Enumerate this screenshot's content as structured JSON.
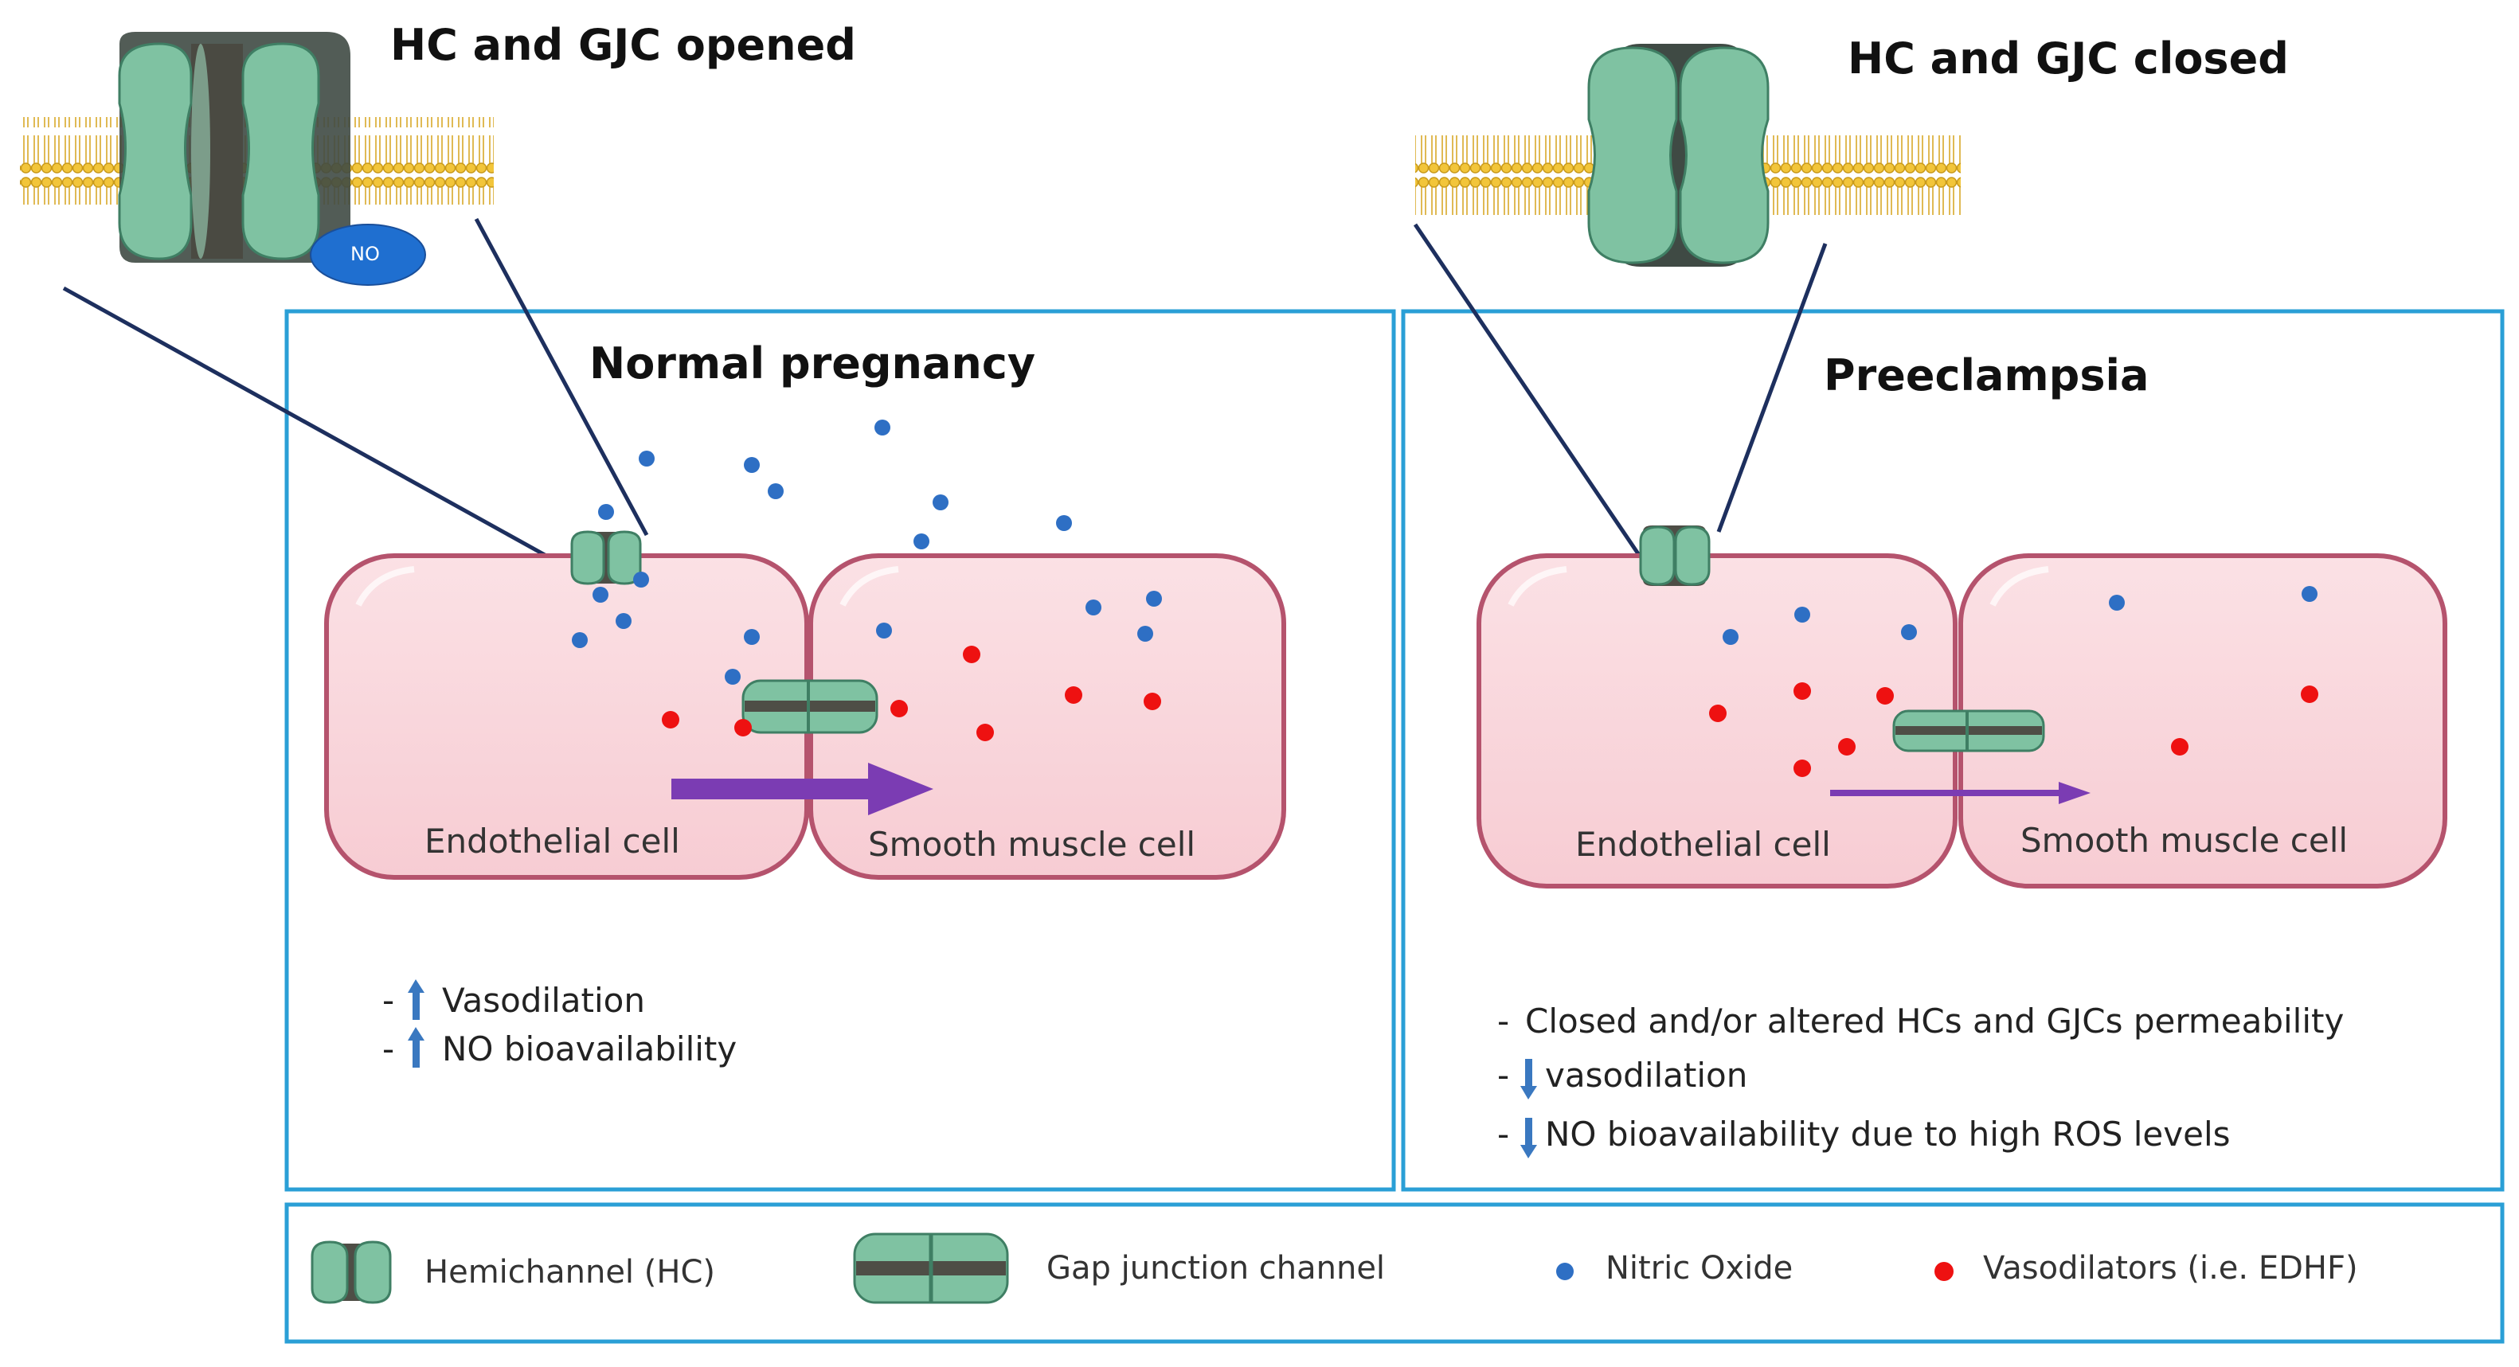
{
  "top_left_title": "HC and GJC opened",
  "top_right_title": "HC and GJC closed",
  "no_badge": "NO",
  "panels": {
    "normal": {
      "title": "Normal pregnancy",
      "endothelial": "Endothelial cell",
      "smooth": "Smooth muscle cell",
      "effects": [
        "Vasodilation",
        "NO bioavailability"
      ]
    },
    "pre": {
      "title": "Preeclampsia",
      "endothelial": "Endothelial cell",
      "smooth": "Smooth muscle cell",
      "effects": [
        "Closed and/or altered HCs and GJCs permeability",
        "vasodilation",
        "NO bioavailability due to high ROS levels"
      ]
    }
  },
  "legend": {
    "hemichannel": "Hemichannel (HC)",
    "gap_junction": "Gap junction channel",
    "nitric_oxide": "Nitric Oxide",
    "vasodilators": "Vasodilators (i.e. EDHF)"
  },
  "colors": {
    "frame": "#2a9fd6",
    "cell_fill": "#f9d6dc",
    "cell_stroke": "#b5536d",
    "channel": "#7fc2a2",
    "channel_dark": "#4e4e46",
    "nitric_oxide": "#2e6fc4",
    "vasodilator": "#ee1111",
    "arrow": "#7b3cb3",
    "up_arrow": "#3a78c0",
    "line": "#1d2f5e"
  }
}
